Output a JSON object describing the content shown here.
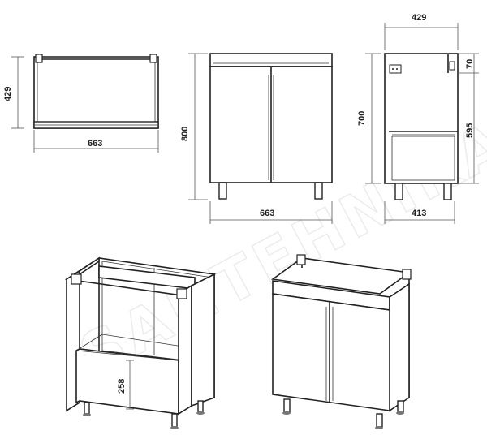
{
  "watermark": "SANTEHNIKA",
  "top_view": {
    "depth": "429",
    "width": "663"
  },
  "front_view": {
    "height": "800",
    "width": "663"
  },
  "side_view": {
    "top_depth": "429",
    "bottom_depth": "413",
    "top_section": "70",
    "side_height": "700",
    "inner_height": "595"
  },
  "open_view": {
    "drawer_height": "258"
  }
}
